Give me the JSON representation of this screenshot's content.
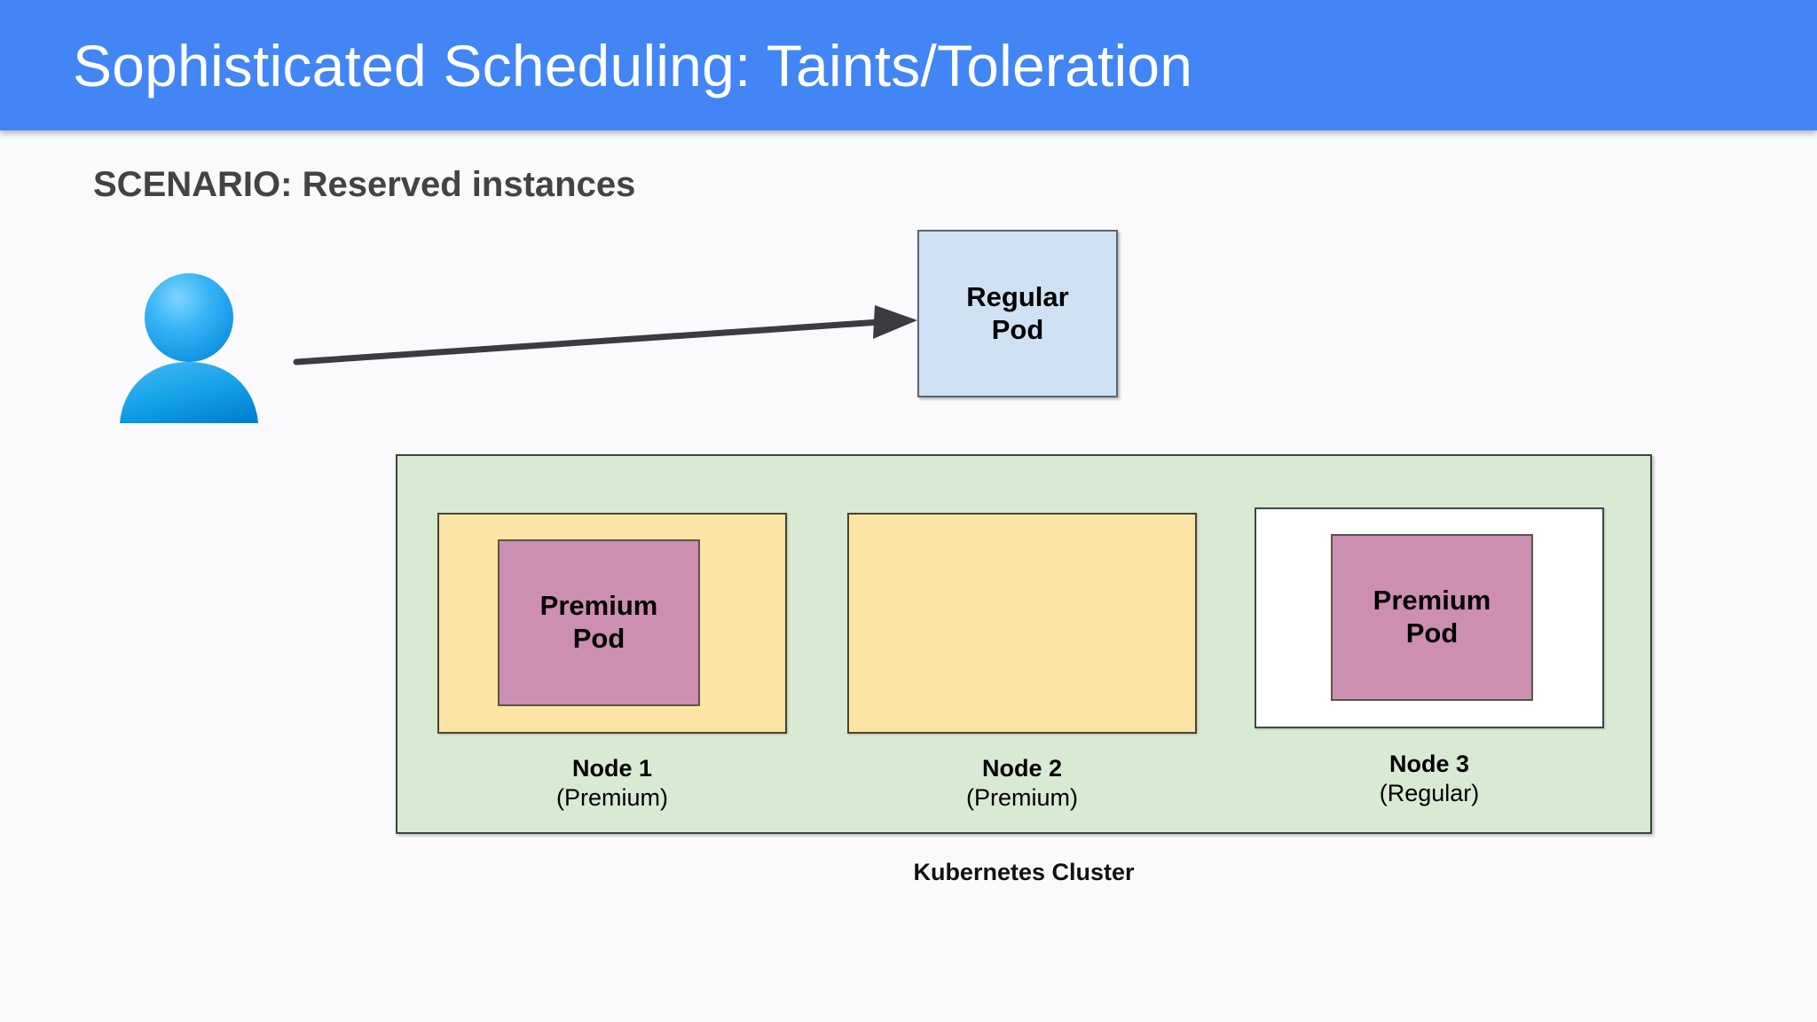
{
  "slide": {
    "title": "Sophisticated Scheduling: Taints/Toleration",
    "scenario_heading": "SCENARIO: Reserved instances",
    "cluster_caption": "Kubernetes Cluster"
  },
  "colors": {
    "banner": "#4285f4",
    "banner_text": "#ffffff",
    "page_background": "#faf9fb",
    "heading_text": "#434343",
    "cluster_fill": "#d9ead3",
    "node_premium_fill": "#fce5a4",
    "node_regular_fill": "#ffffff",
    "premium_pod_fill": "#cc8eb1",
    "regular_pod_fill": "#cfe2f3",
    "arrow": "#3b3b42",
    "person_icon": "#29a3f0"
  },
  "icons": {
    "person": "person-icon",
    "arrow": "arrow-right-icon"
  },
  "regular_pod": {
    "line1": "Regular",
    "line2": "Pod"
  },
  "nodes": [
    {
      "name": "Node 1",
      "tier": "(Premium)",
      "fill": "premium",
      "pod": {
        "line1": "Premium",
        "line2": "Pod"
      }
    },
    {
      "name": "Node 2",
      "tier": "(Premium)",
      "fill": "premium",
      "pod": null
    },
    {
      "name": "Node 3",
      "tier": "(Regular)",
      "fill": "regular",
      "pod": {
        "line1": "Premium",
        "line2": "Pod"
      }
    }
  ]
}
